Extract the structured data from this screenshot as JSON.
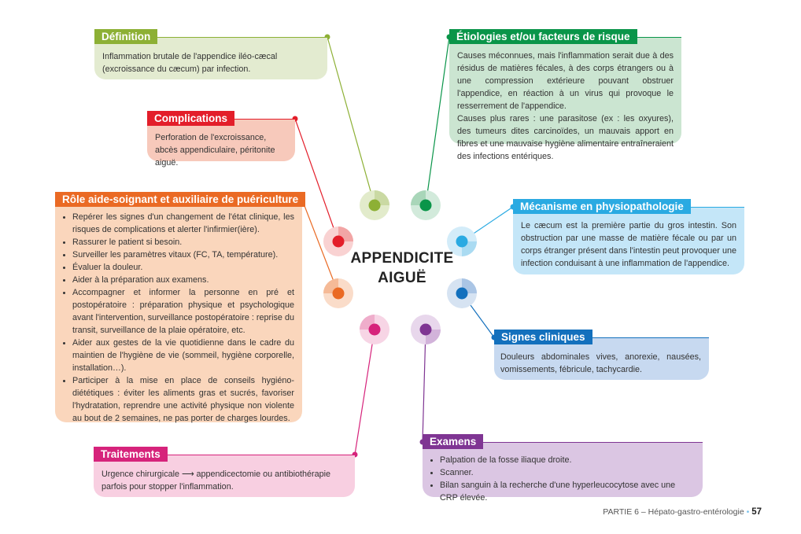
{
  "center": {
    "line1": "APPENDICITE",
    "line2": "AIGUË"
  },
  "colors": {
    "definition": "#8db035",
    "etiologies": "#0a9549",
    "mecanisme": "#2aaae2",
    "signes": "#1370bd",
    "examens": "#7f3593",
    "traitements": "#d6237b",
    "role": "#ea6a24",
    "complications": "#e31e2a"
  },
  "definition": {
    "title": "Définition",
    "text": "Inflammation brutale de l'appendice iléo-cæcal (excroissance du cæcum) par infection."
  },
  "complications": {
    "title": "Complications",
    "text": "Perforation de l'excroissance, abcès appendiculaire, péritonite aiguë."
  },
  "role": {
    "title": "Rôle aide-soignant et auxiliaire de puériculture",
    "items": [
      "Repérer les signes d'un changement de l'état clinique, les risques de complications et alerter l'infirmier(ière).",
      "Rassurer le patient si besoin.",
      "Surveiller les paramètres vitaux (FC, TA, température).",
      "Évaluer la douleur.",
      "Aider à la préparation aux examens.",
      "Accompagner et informer la personne en pré et postopératoire : préparation physique et psychologique avant l'intervention, surveillance postopératoire : reprise du transit, surveillance de la plaie opératoire, etc.",
      "Aider aux gestes de la vie quotidienne dans le cadre du maintien de l'hygiène de vie (sommeil, hygiène corporelle, installation…).",
      "Participer à la mise en place de conseils hygiéno-diététiques : éviter les aliments gras et sucrés, favoriser l'hydratation, reprendre une activité physique non violente au bout de 2 semaines, ne pas porter de charges lourdes."
    ]
  },
  "traitements": {
    "title": "Traitements",
    "text_before": "Urgence chirurgicale",
    "arrow": "⟶",
    "text_after": "appendicectomie ou antibiothérapie parfois pour stopper l'inflammation."
  },
  "etiologies": {
    "title": "Étiologies et/ou facteurs de risque",
    "paragraph1": "Causes méconnues, mais l'inflammation serait due à des résidus de matières fécales, à des corps étrangers ou à une compression extérieure pouvant obstruer l'appendice, en réaction à un virus qui provoque le resserrement de l'appendice.",
    "paragraph2": "Causes plus rares : une parasitose (ex : les oxyures), des tumeurs dites carcinoïdes, un mauvais apport en fibres et une mauvaise hygiène alimentaire entraîneraient des infections entériques."
  },
  "mecanisme": {
    "title": "Mécanisme en physiopathologie",
    "text": "Le cæcum est la première partie du gros intestin. Son obstruction par une masse de matière fécale ou par un corps étranger présent dans l'intestin peut provoquer une infection conduisant à une inflammation de l'appendice."
  },
  "signes": {
    "title": "Signes cliniques",
    "text": "Douleurs abdominales vives, anorexie, nausées, vomissements, fébricule, tachycardie."
  },
  "examens": {
    "title": "Examens",
    "items": [
      "Palpation de la fosse iliaque droite.",
      "Scanner.",
      "Bilan sanguin à la recherche d'une hyperleucocytose avec une CRP élevée."
    ]
  },
  "footer": {
    "part": "PARTIE 6",
    "dash": "–",
    "section": "Hépato-gastro-entérologie",
    "bullet": "•",
    "page": "57"
  }
}
